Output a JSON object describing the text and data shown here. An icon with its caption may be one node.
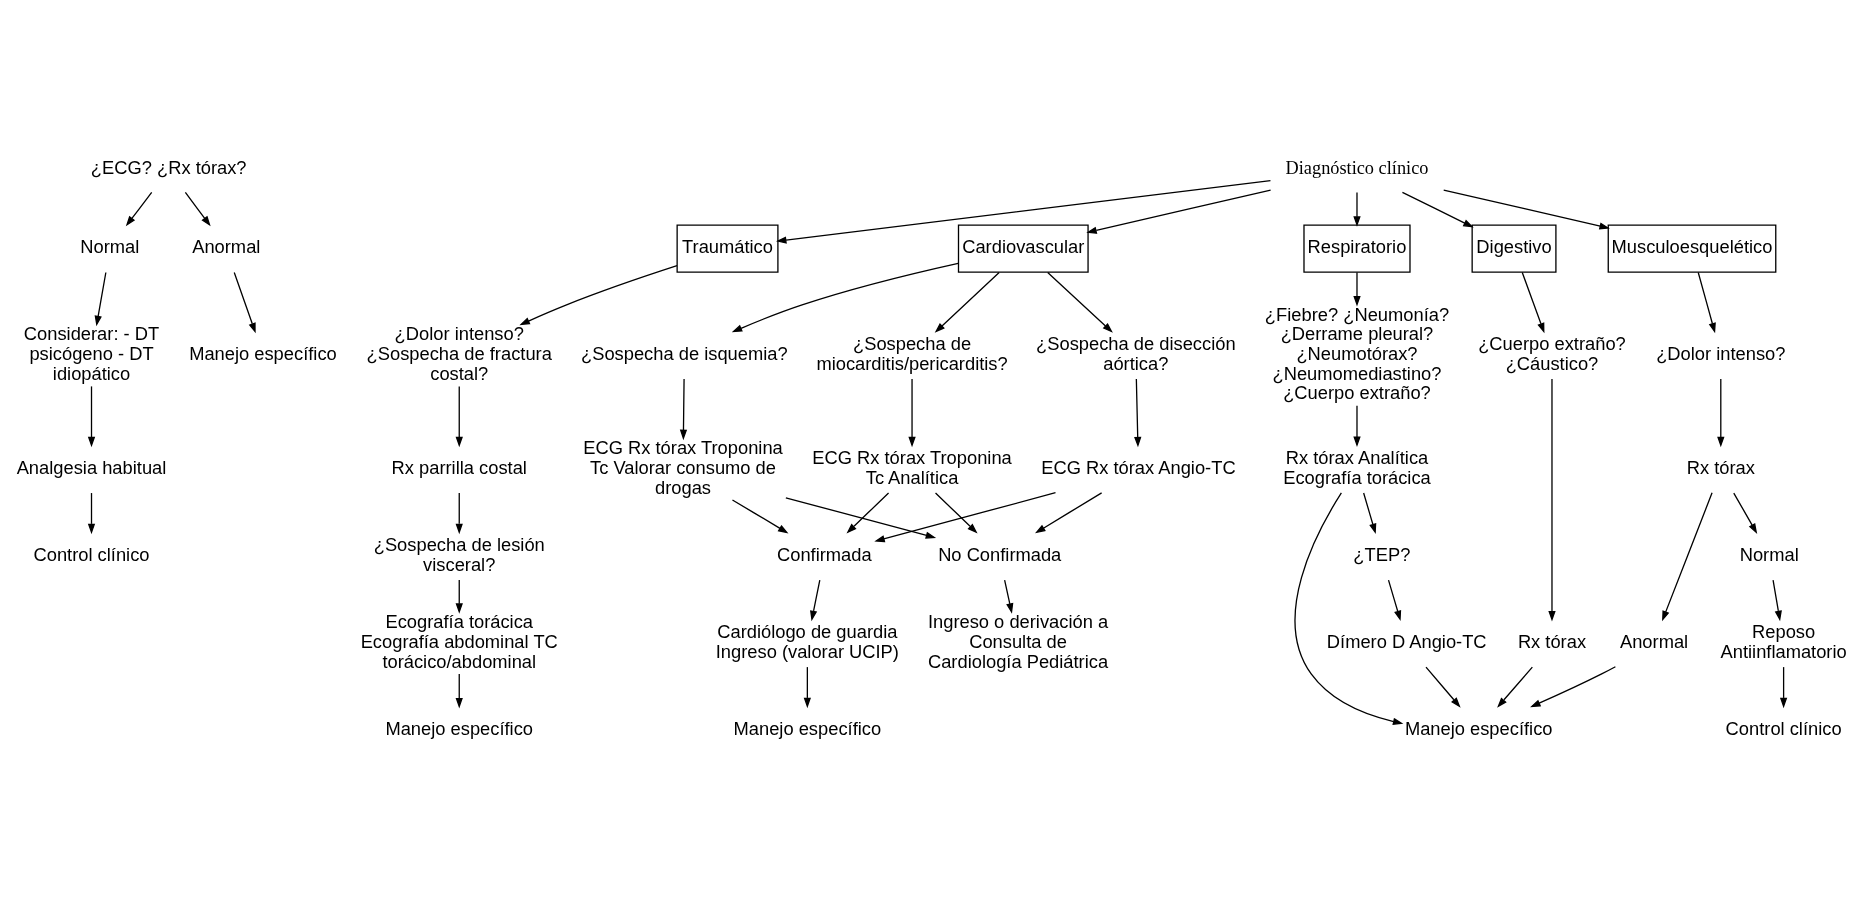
{
  "diagram": {
    "nodes": [
      {
        "text": [
          "¿ECG? ¿Rx tórax?"
        ]
      },
      {
        "text": [
          "Normal"
        ]
      },
      {
        "text": [
          "Anormal"
        ]
      },
      {
        "text": [
          "Considerar: - DT psicógeno - DT idiopático"
        ]
      },
      {
        "text": [
          "Manejo específico"
        ]
      },
      {
        "text": [
          "Analgesia habitual"
        ]
      },
      {
        "text": [
          "Control clínico"
        ]
      },
      {
        "text": [
          "Diagnóstico clínico"
        ]
      },
      {
        "text": [
          "Traumático"
        ]
      },
      {
        "text": [
          "Cardiovascular"
        ]
      },
      {
        "text": [
          "Respiratorio"
        ]
      },
      {
        "text": [
          "Digestivo"
        ]
      },
      {
        "text": [
          "Musculoesquelético"
        ]
      },
      {
        "text": [
          "¿Dolor intenso? ¿Sospecha de fractura costal?"
        ]
      },
      {
        "text": [
          "Rx parrilla costal"
        ]
      },
      {
        "text": [
          "¿Sospecha de lesión visceral?"
        ]
      },
      {
        "text": [
          "Ecografía torácica Ecografía abdominal TC torácico/abdominal"
        ]
      },
      {
        "text": [
          "Manejo específico"
        ]
      },
      {
        "text": [
          "¿Sospecha de isquemia?"
        ]
      },
      {
        "text": [
          "¿Sospecha de miocarditis/pericarditis?"
        ]
      },
      {
        "text": [
          "¿Sospecha de disección aórtica?"
        ]
      },
      {
        "text": [
          "ECG Rx tórax Troponina Tc Valorar consumo de drogas"
        ]
      },
      {
        "text": [
          "ECG Rx tórax Troponina Tc Analítica"
        ]
      },
      {
        "text": [
          "ECG Rx tórax Angio-TC"
        ]
      },
      {
        "text": [
          "Confirmada"
        ]
      },
      {
        "text": [
          "No Confirmada"
        ]
      },
      {
        "text": [
          "Cardiólogo de guardia Ingreso (valorar UCIP)"
        ]
      },
      {
        "text": [
          "Manejo específico"
        ]
      },
      {
        "text": [
          "Ingreso o derivación a Consulta de Cardiología Pediátrica"
        ]
      },
      {
        "text": [
          "¿Fiebre? ¿Neumonía? ¿Derrame pleural? ¿Neumotórax? ¿Neumomediastino? ¿Cuerpo extraño?"
        ]
      },
      {
        "text": [
          "Rx tórax Analítica Ecografía torácica"
        ]
      },
      {
        "text": [
          "¿TEP?"
        ]
      },
      {
        "text": [
          "Dímero D Angio-TC"
        ]
      },
      {
        "text": [
          "Manejo específico"
        ]
      },
      {
        "text": [
          "¿Cuerpo extraño? ¿Cáustico?"
        ]
      },
      {
        "text": [
          "Rx tórax"
        ]
      },
      {
        "text": [
          "¿Dolor intenso?"
        ]
      },
      {
        "text": [
          "Rx tórax"
        ]
      },
      {
        "text": [
          "Anormal"
        ]
      },
      {
        "text": [
          "Normal"
        ]
      },
      {
        "text": [
          "Reposo Antiinflamatorio"
        ]
      },
      {
        "text": [
          "Control clínico"
        ]
      }
    ],
    "edges": [
      {
        "from": 0,
        "to": 1,
        "arrow": "to"
      },
      {
        "from": 0,
        "to": 2,
        "arrow": "to"
      },
      {
        "from": 1,
        "to": 3,
        "arrow": "to"
      },
      {
        "from": 2,
        "to": 4,
        "arrow": "to"
      },
      {
        "from": 3,
        "to": 5,
        "arrow": "to"
      },
      {
        "from": 5,
        "to": 6,
        "arrow": "to"
      },
      {
        "from": 7,
        "to": 8,
        "arrow": "to"
      },
      {
        "from": 7,
        "to": 9,
        "arrow": "to"
      },
      {
        "from": 7,
        "to": 10,
        "arrow": "to"
      },
      {
        "from": 7,
        "to": 11,
        "arrow": "to"
      },
      {
        "from": 7,
        "to": 12,
        "arrow": "to"
      },
      {
        "from": 8,
        "to": 13,
        "arrow": "to"
      },
      {
        "from": 13,
        "to": 14,
        "arrow": "to"
      },
      {
        "from": 14,
        "to": 15,
        "arrow": "to"
      },
      {
        "from": 15,
        "to": 16,
        "arrow": "to"
      },
      {
        "from": 16,
        "to": 17,
        "arrow": "to"
      },
      {
        "from": 9,
        "to": 18,
        "arrow": "to"
      },
      {
        "from": 9,
        "to": 19,
        "arrow": "to"
      },
      {
        "from": 9,
        "to": 20,
        "arrow": "to"
      },
      {
        "from": 18,
        "to": 21,
        "arrow": "to"
      },
      {
        "from": 19,
        "to": 22,
        "arrow": "to"
      },
      {
        "from": 20,
        "to": 23,
        "arrow": "to"
      },
      {
        "from": 21,
        "to": 24,
        "arrow": "to"
      },
      {
        "from": 21,
        "to": 25,
        "arrow": "to"
      },
      {
        "from": 22,
        "to": 24,
        "arrow": "to"
      },
      {
        "from": 22,
        "to": 25,
        "arrow": "to"
      },
      {
        "from": 23,
        "to": 24,
        "arrow": "to"
      },
      {
        "from": 23,
        "to": 25,
        "arrow": "to"
      },
      {
        "from": 24,
        "to": 26,
        "arrow": "to"
      },
      {
        "from": 26,
        "to": 27,
        "arrow": "to"
      },
      {
        "from": 25,
        "to": 28,
        "arrow": "to"
      },
      {
        "from": 10,
        "to": 29,
        "arrow": "to"
      },
      {
        "from": 29,
        "to": 30,
        "arrow": "to"
      },
      {
        "from": 30,
        "to": 31,
        "arrow": "to"
      },
      {
        "from": 30,
        "to": 33,
        "arrow": "to"
      },
      {
        "from": 31,
        "to": 32,
        "arrow": "to"
      },
      {
        "from": 32,
        "to": 33,
        "arrow": "to"
      },
      {
        "from": 11,
        "to": 34,
        "arrow": "to"
      },
      {
        "from": 34,
        "to": 35,
        "arrow": "to"
      },
      {
        "from": 35,
        "to": 33,
        "arrow": "to"
      },
      {
        "from": 12,
        "to": 36,
        "arrow": "to"
      },
      {
        "from": 36,
        "to": 37,
        "arrow": "to"
      },
      {
        "from": 37,
        "to": 38,
        "arrow": "to"
      },
      {
        "from": 37,
        "to": 39,
        "arrow": "to"
      },
      {
        "from": 38,
        "to": 33,
        "arrow": "to"
      },
      {
        "from": 39,
        "to": 40,
        "arrow": "to"
      },
      {
        "from": 40,
        "to": 41,
        "arrow": "to"
      }
    ]
  }
}
